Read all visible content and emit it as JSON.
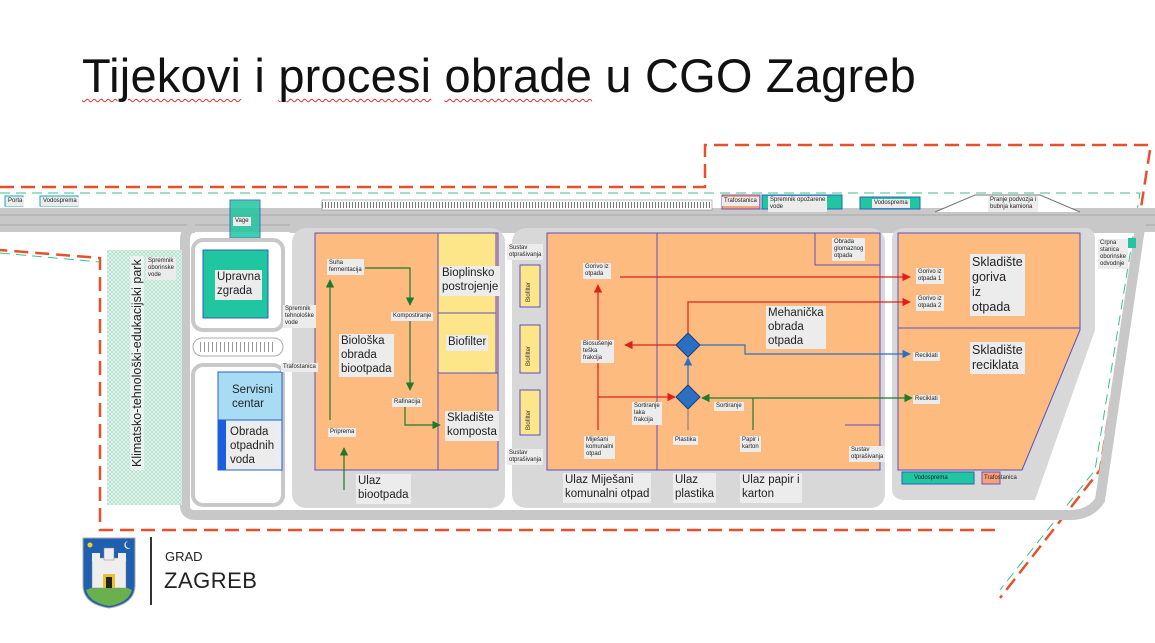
{
  "slide": {
    "title_prefix": "Tijekovi",
    "title_middle": " i ",
    "title_procesi": "procesi",
    "title_space": " ",
    "title_obrade": "obrade",
    "title_rest": " u CGO Zagreb"
  },
  "map": {
    "top_labels": {
      "porta": "Porta",
      "vodosprema_left": "Vodosprema",
      "vage": "Vage",
      "trafostanica_top": "Trafostanica",
      "spremnik_opozarene": "Spremnik opožarene\nvode",
      "vodosprema_top": "Vodosprema",
      "pranje": "Pranje podvozja i\nbubnja kamiona"
    },
    "left_area": {
      "spremnik_oborinske": "Spremnik\noborinske\nvode",
      "park": "Klimatsko-tehnološki-edukacijski park",
      "upravna_zgrada": "Upravna\nzgrada",
      "spremnik_tehnoloske": "Spremnik\ntehnološke\nvode",
      "trafostanica": "Trafostanica",
      "servisni_centar": "Servisni\ncentar",
      "obrada_voda": "Obrada\notpadnih\nvoda"
    },
    "bio_block": {
      "suha_fermentacija": "Suha\nfermentacija",
      "kompostiranje": "Kompostiranje",
      "bioloska_obrada": "Biološka\nobrada\nbiootpada",
      "rafinacija": "Rafinacija",
      "priprema": "Priprema",
      "bioplinsko": "Bioplinsko\npostrojenje",
      "biofilter": "Biofilter",
      "skladiste_komposta": "Skladište\nkomposta",
      "ulaz_biootpada": "Ulaz\nbiootpada"
    },
    "mbo_block": {
      "sustav_otprasivanja_top": "Sustav\notprašivanja",
      "biofilter_1": "Biofilter",
      "biofilter_2": "Biofilter",
      "biofilter_3": "Biofilter",
      "sustav_otprasivanja_bottom": "Sustav\notprašivanja",
      "gorivo_iz_otpada": "Gorivo iz\notpada",
      "biosusenje": "Biosušenje\nteška\nfrakcija",
      "mijesani": "Miješani\nkomunalni\notpad",
      "sortiranje_laka": "Sortiranje\nlaka\nfrakcija",
      "plastika": "Plastika",
      "sortiranje": "Sortiranje",
      "papir_karton": "Papir i\nkarton",
      "obrada_glomaznog": "Obrada\nglomaznog\notpada",
      "mehanicka_obrada": "Mehanička\nobrada\notpada",
      "sustav_otprasivanja_right": "Sustav\notprašivanja",
      "ulaz_mijesani": "Ulaz Miješani\nkomunalni otpad",
      "ulaz_plastika": "Ulaz\nplastika",
      "ulaz_papir": "Ulaz papir i\nkarton"
    },
    "storage_block": {
      "gorivo_1": "Gorivo iz\notpada 1",
      "gorivo_2": "Gorivo iz\notpada 2",
      "skladiste_goriva": "Skladište\ngoriva\niz\notpada",
      "reciklati_1": "Reciklati",
      "reciklati_2": "Reciklati",
      "skladiste_reciklata": "Skladište\nreciklata",
      "vodosprema": "Vodosprema",
      "trafostanica": "Trafostanica",
      "crpna_stanica": "Crpna\nstanica\noborinske\nodvodnje"
    },
    "colors": {
      "orange": "#fdbb7f",
      "yellow": "#fde58a",
      "teal": "#1fc6a0",
      "road": "#c8c8c8",
      "boundary": "#e8502a",
      "red_flow": "#e0201a",
      "green_flow": "#1f7a2a",
      "blue_node": "#2a6fc0"
    }
  },
  "logo": {
    "coat_of_arms_icon": "zagreb-coat-of-arms",
    "grad": "GRAD",
    "zagreb": "ZAGREB"
  }
}
